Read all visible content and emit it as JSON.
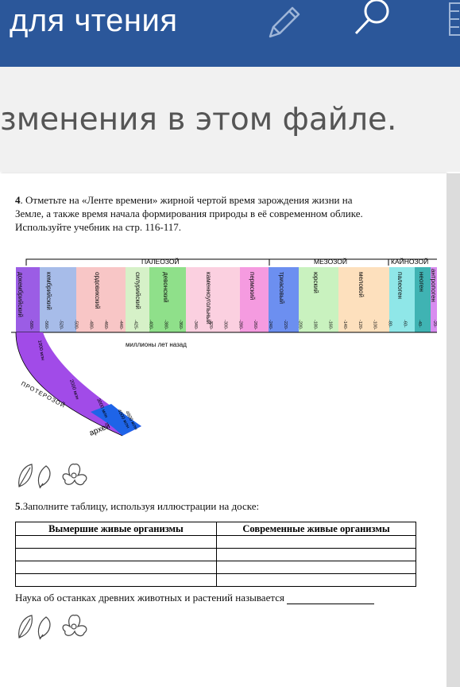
{
  "toolbar": {
    "title": "для чтения",
    "edit_icon": "pencil-icon",
    "search_icon": "search-icon"
  },
  "banner": {
    "text": "зменения в этом файле."
  },
  "task4": {
    "number": "4",
    "text": ". Отметьте на «Ленте времени» жирной чертой время зарождения жизни на Земле, а также время начала формирования природы в её современном облике. Используйте учебник на стр. 116-117.",
    "line1": ". Отметьте на «Ленте времени» жирной чертой время зарождения жизни на",
    "line2": "Земле, а также время начала формирования природы в её современном облике.",
    "line3": "Используйте учебник на стр. 116-117."
  },
  "timeline": {
    "eras": [
      "ПАЛЕОЗОЙ",
      "МЕЗОЗОЙ",
      "КАЙНОЗОЙ"
    ],
    "periods": [
      "докембрийский",
      "кембрийский",
      "ордовикский",
      "силурийский",
      "девонский",
      "каменноугольный",
      "пермский",
      "триасовый",
      "юрский",
      "меловой",
      "палеоген",
      "неоген",
      "антропоген"
    ],
    "ticks": [
      "-580-",
      "-560-",
      "-520-",
      "-500-",
      "-480-",
      "-460-",
      "-440-",
      "-425-",
      "-400-",
      "-380-",
      "-360-",
      "-340-",
      "-320-",
      "-300-",
      "-280-",
      "-260-",
      "-240-",
      "-220-",
      "-200-",
      "-180-",
      "-160-",
      "-140-",
      "-120-",
      "-100-",
      "-80-",
      "-60-",
      "-40-",
      "-20-"
    ],
    "caption": "миллионы лет назад",
    "arc_labels": [
      "1000 млн",
      "2000 млн",
      "3000 млн",
      "4000 млн",
      "4600 млн"
    ],
    "proterozoic": "ПРОТЕРОЗОЙ",
    "archean": "архей"
  },
  "task5": {
    "number": "5",
    "text": ".Заполните таблицу, используя иллюстрации на доске:",
    "columns": [
      "Вымершие живые организмы",
      "Современные живые организмы"
    ],
    "rows": [
      [
        "",
        ""
      ],
      [
        "",
        ""
      ],
      [
        "",
        ""
      ],
      [
        "",
        ""
      ]
    ],
    "footer": "Наука об останках древних животных и растений называется"
  },
  "marks": {
    "icons": [
      "leaf-icon",
      "bud-icon",
      "flower-icon"
    ]
  }
}
